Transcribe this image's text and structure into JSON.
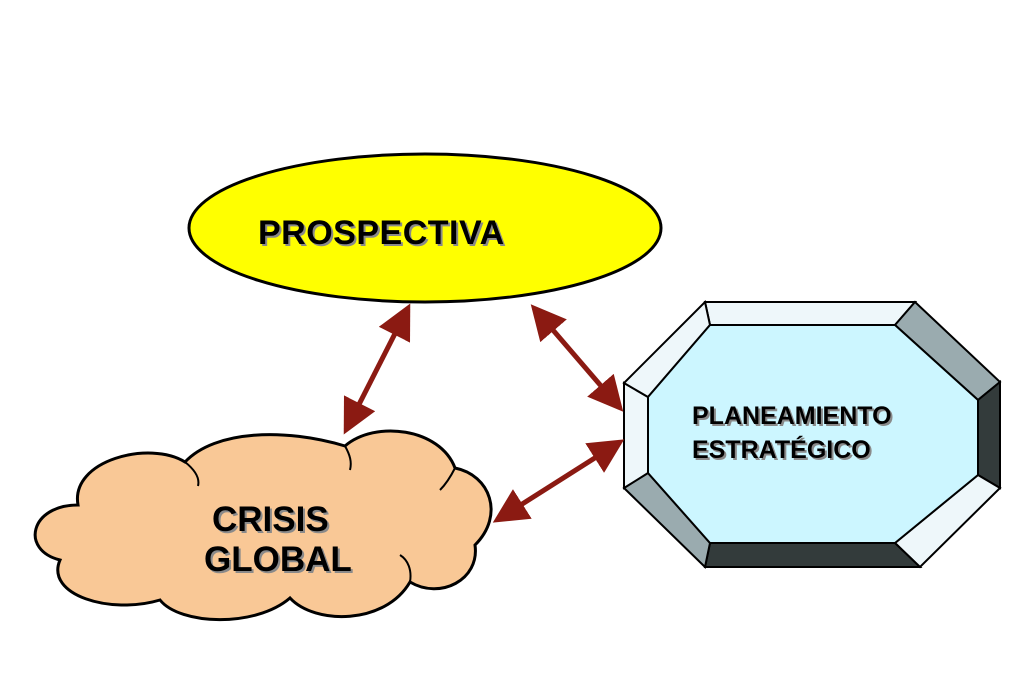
{
  "nodes": {
    "prospectiva": {
      "label": "PROSPECTIVA",
      "fill": "#ffff00"
    },
    "crisis_global": {
      "lines": [
        "CRISIS",
        "GLOBAL"
      ],
      "fill": "#f9c896"
    },
    "planeamiento": {
      "lines": [
        "PLANEAMIENTO",
        "ESTRATÉGICO"
      ],
      "fill": "#ccf6ff"
    }
  },
  "colors": {
    "arrow": "#8b1a12",
    "outline": "#000000",
    "bevel_light": "#eef7fa",
    "bevel_mid": "#9aabaf",
    "bevel_dark": "#333b3b"
  }
}
